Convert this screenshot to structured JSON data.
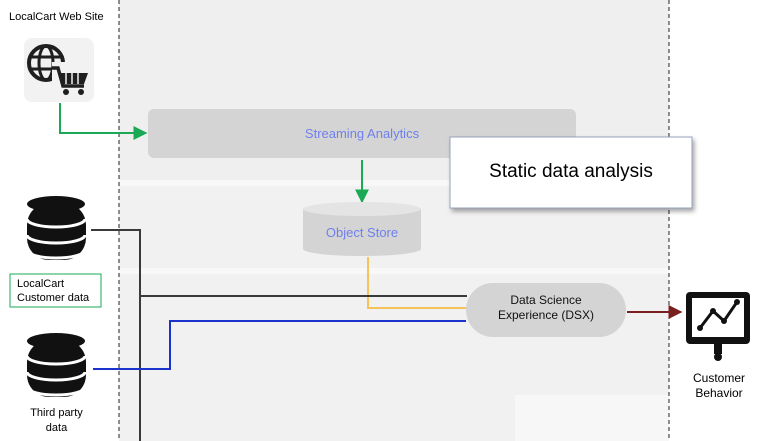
{
  "sources": {
    "website": {
      "label": "LocalCart Web Site",
      "icon": "globe-cart-icon"
    },
    "customer_db": {
      "label_line1": "LocalCart",
      "label_line2": "Customer data",
      "icon": "database-icon"
    },
    "third_party_db": {
      "label_line1": "Third party",
      "label_line2": "data",
      "icon": "database-icon"
    }
  },
  "components": {
    "streaming_analytics": "Streaming Analytics",
    "object_store": "Object Store",
    "dsx_line1": "Data Science",
    "dsx_line2": "Experience (DSX)"
  },
  "callout": {
    "text": "Static data analysis"
  },
  "output": {
    "label_line1": "Customer",
    "label_line2": "Behavior",
    "icon": "monitor-chart-icon"
  },
  "colors": {
    "website_flow": "#1aaa55",
    "object_store_flow": "#f6c358",
    "customer_flow": "#3a3a3a",
    "third_party_flow": "#1a33cc",
    "output_flow": "#7a1f1f",
    "component_text": "#6f7fee"
  }
}
